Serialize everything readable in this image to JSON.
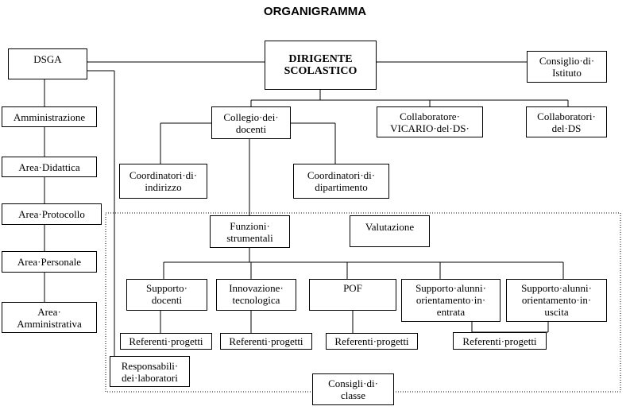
{
  "title": "ORGANIGRAMMA",
  "nodes": {
    "dirigente": "DIRIGENTE\nSCOLASTICO",
    "dsga": "DSGA",
    "consiglio_istituto": "Consiglio·di·\nIstituto",
    "collegio_docenti": "Collegio·dei·\ndocenti",
    "collaboratore_vicario": "Collaboratore·\nVICARIO·del·DS·",
    "collaboratori_ds": "Collaboratori·\ndel·DS",
    "coordinatori_indirizzo": "Coordinatori·di·\nindirizzo",
    "coordinatori_dipartimento": "Coordinatori·di·\ndipartimento",
    "funzioni_strumentali": "Funzioni·\nstrumentali",
    "valutazione": "Valutazione",
    "supporto_docenti": "Supporto·\ndocenti",
    "innovazione_tecnologica": "Innovazione·\ntecnologica",
    "pof": "POF",
    "supporto_alunni_entrata": "Supporto·alunni·\norientamento·in·\nentrata",
    "supporto_alunni_uscita": "Supporto·alunni·\norientamento·in·\nuscita",
    "referenti_1": "Referenti·progetti",
    "referenti_2": "Referenti·progetti",
    "referenti_3": "Referenti·progetti",
    "referenti_4": "Referenti·progetti",
    "responsabili_laboratori": "Responsabili·\ndei·laboratori",
    "consigli_classe": "Consigli·di·\nclasse",
    "amministrazione": "Amministrazione",
    "area_didattica": "Area·Didattica",
    "area_protocollo": "Area·Protocollo",
    "area_personale": "Area·Personale",
    "area_amministrativa": "Area·\nAmministrativa"
  }
}
